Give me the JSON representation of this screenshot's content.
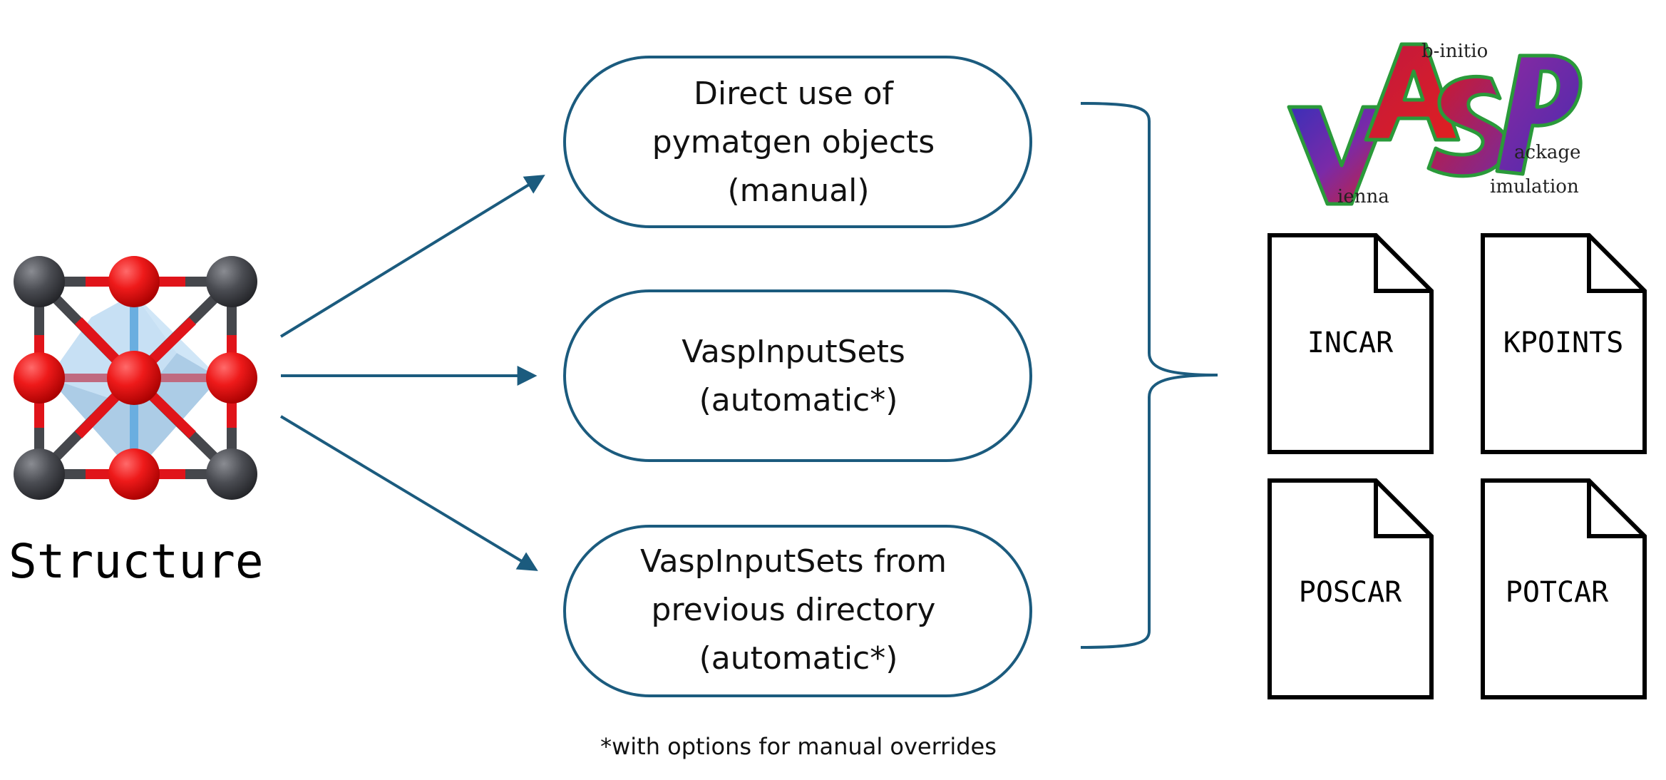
{
  "structure": {
    "label": "Structure"
  },
  "methods": [
    {
      "lines": [
        "Direct use of",
        "pymatgen objects",
        "(manual)"
      ]
    },
    {
      "lines": [
        "VaspInputSets",
        "(automatic*)"
      ]
    },
    {
      "lines": [
        "VaspInputSets from",
        "previous directory",
        "(automatic*)"
      ]
    }
  ],
  "footnote": "*with options for manual overrides",
  "vasp_logo": {
    "letters": "VASP",
    "words": {
      "a": "b-initio",
      "v": "ienna",
      "p": "ackage",
      "s": "imulation"
    }
  },
  "files": [
    {
      "name": "INCAR"
    },
    {
      "name": "KPOINTS"
    },
    {
      "name": "POSCAR"
    },
    {
      "name": "POTCAR"
    }
  ],
  "colors": {
    "line": "#1b5b7e",
    "oxygen": "#e0141a",
    "metal": "#45474c",
    "octahedron": "#7fb6de"
  }
}
